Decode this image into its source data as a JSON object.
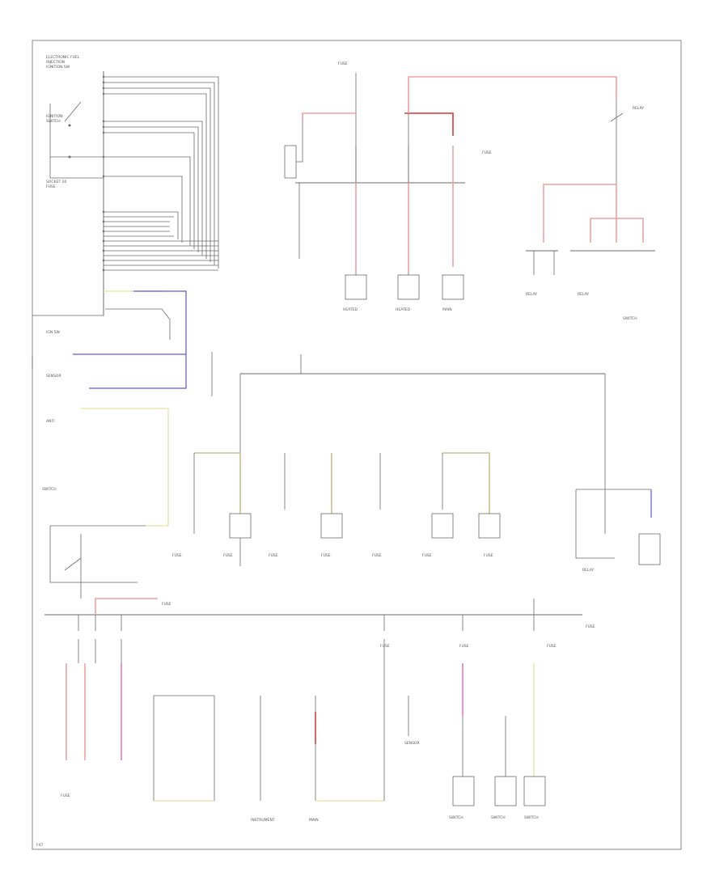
{
  "colors": {
    "border": "#8a8a8a",
    "wire": "#6a6a6a",
    "wire_red": "#f2a0a0",
    "wire_dark_red": "#e05050",
    "wire_blue": "#5b5bd6",
    "wire_yellow": "#e8e0a0",
    "wire_tan": "#c8c090",
    "wire_pink": "#f07ab8"
  },
  "labels": {
    "top_left_a": "ELECTRONIC FUEL",
    "top_left_b": "INJECTION",
    "top_left_c": "IGNITION SW",
    "top_left_d": "SOCKET 16",
    "top_left_e": "FUSE",
    "ignition": "IGNITION",
    "ignition_b": "SWITCH",
    "ignition_c": "IGN SW",
    "fuse_a": "FUSE",
    "fuse_b": "FUSE",
    "comp_1": "HEATED",
    "comp_2": "HEATED",
    "comp_3": "MAIN",
    "comp_4": "RELAY",
    "sensor_1": "SENSOR",
    "sensor_2": "ANTI",
    "switch_1": "SWITCH",
    "relay_1": "RELAY",
    "relay_2": "RELAY",
    "mid_1": "FUSE",
    "mid_2": "FUSE",
    "mid_3": "FUSE",
    "mid_4": "FUSE",
    "mid_5": "FUSE",
    "mid_6": "FUSE",
    "mid_7": "FUSE",
    "lower_1": "FUSE",
    "lower_2": "FUSE",
    "lower_3": "FUSE",
    "lower_4": "FUSE",
    "lower_5": "FUSE",
    "bottom_1": "INSTRUMENT",
    "bottom_2": "MAIN",
    "bottom_3": "SWITCH",
    "bottom_4": "SWITCH",
    "bottom_5": "SWITCH",
    "bottom_6": "SENSOR",
    "corner": "F47"
  }
}
